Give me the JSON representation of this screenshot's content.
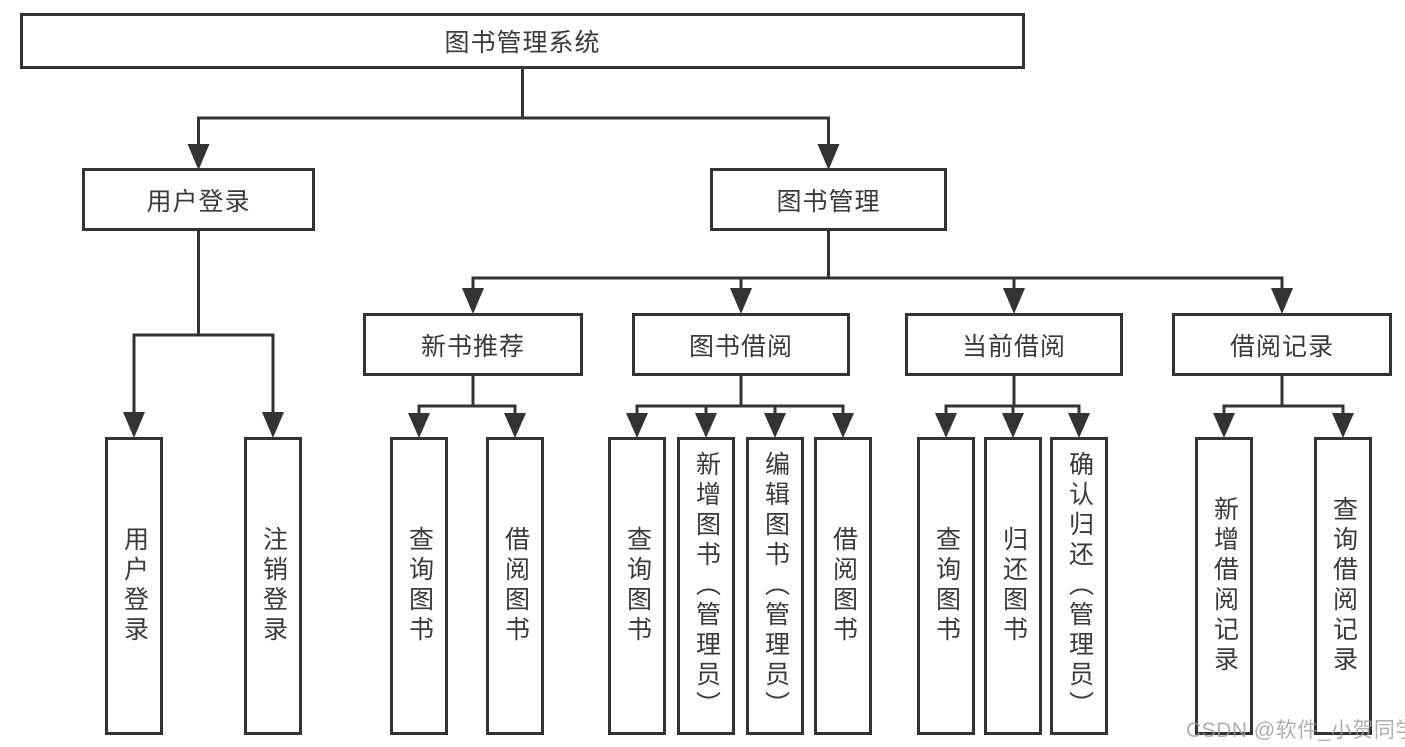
{
  "diagram": {
    "root": {
      "label": "图书管理系统"
    },
    "branches": [
      {
        "label": "用户登录",
        "children": [
          {
            "label": "用户登录"
          },
          {
            "label": "注销登录"
          }
        ]
      },
      {
        "label": "图书管理",
        "children": [
          {
            "label": "新书推荐",
            "children": [
              {
                "label": "查询图书"
              },
              {
                "label": "借阅图书"
              }
            ]
          },
          {
            "label": "图书借阅",
            "children": [
              {
                "label": "查询图书"
              },
              {
                "label": "新增图书（管理员）"
              },
              {
                "label": "编辑图书（管理员）"
              },
              {
                "label": "借阅图书"
              }
            ]
          },
          {
            "label": "当前借阅",
            "children": [
              {
                "label": "查询图书"
              },
              {
                "label": "归还图书"
              },
              {
                "label": "确认归还（管理员）"
              }
            ]
          },
          {
            "label": "借阅记录",
            "children": [
              {
                "label": "新增借阅记录"
              },
              {
                "label": "查询借阅记录"
              }
            ]
          }
        ]
      }
    ]
  },
  "watermark": "CSDN @软件_小贺同学",
  "colors": {
    "line": "#333333",
    "text": "#3a3a3a",
    "box_background": "#ffffff",
    "watermark": "#9c9c9c"
  }
}
